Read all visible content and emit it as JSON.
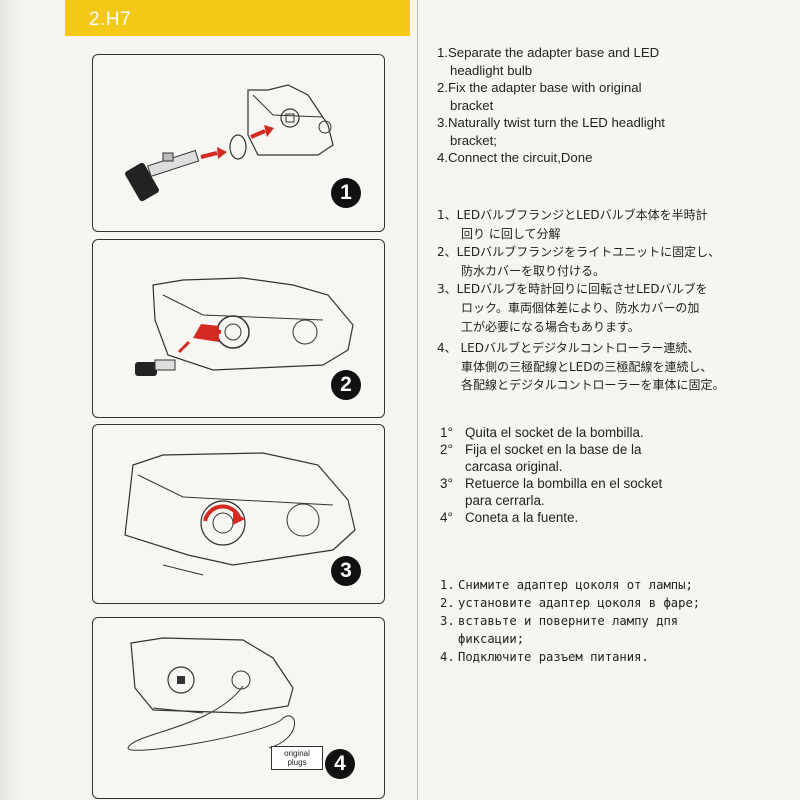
{
  "header": {
    "title": "2.H7"
  },
  "colors": {
    "accent": "#f3c817",
    "arrow": "#d42a22"
  },
  "steps_en": [
    {
      "num": "1.",
      "lines": [
        "Separate the adapter base and LED",
        "headlight bulb"
      ]
    },
    {
      "num": "2.",
      "lines": [
        "Fix the adapter base with original",
        "bracket"
      ]
    },
    {
      "num": "3.",
      "lines": [
        "Naturally twist turn the LED headlight",
        "bracket;"
      ]
    },
    {
      "num": "4.",
      "lines": [
        "Connect the circuit,Done"
      ]
    }
  ],
  "steps_jp": [
    {
      "num": "1、",
      "lines": [
        "LEDバルブフランジとLEDバルブ本体を半時計",
        "回り に回して分解"
      ]
    },
    {
      "num": "2、",
      "lines": [
        "LEDバルブフランジをライトユニットに固定し、",
        "防水カバーを取り付ける。"
      ]
    },
    {
      "num": "3、",
      "lines": [
        "LEDバルブを時計回りに回転させLEDバルブを",
        "ロック。車両個体差により、防水カバーの加",
        "工が必要になる場合もあります。"
      ]
    },
    {
      "num": "4、",
      "lines": [
        " LEDバルブとデジタルコントローラー連続、",
        "車体側の三極配線とLEDの三極配線を連続し、",
        "各配線とデジタルコントローラーを車体に固定。"
      ]
    }
  ],
  "steps_es": [
    {
      "num": "1°",
      "lines": [
        "Quita el socket de la bombilla."
      ]
    },
    {
      "num": "2°",
      "lines": [
        "Fija el socket en la base de la",
        " carcasa original."
      ]
    },
    {
      "num": "3°",
      "lines": [
        "Retuerce la bombilla en el socket",
        " para cerrarla."
      ]
    },
    {
      "num": "4°",
      "lines": [
        "Coneta a la fuente."
      ]
    }
  ],
  "steps_ru": [
    {
      "num": "1.",
      "lines": [
        "Снимите адаптер цоколя от лампы;"
      ]
    },
    {
      "num": "2.",
      "lines": [
        "установите адаптер цоколя в фаре;"
      ]
    },
    {
      "num": "3.",
      "lines": [
        "вставьте и поверните лампу дпя",
        "фиксации;"
      ]
    },
    {
      "num": "4.",
      "lines": [
        "Подключите разъем питания."
      ]
    }
  ],
  "panels": [
    {
      "badge": "1"
    },
    {
      "badge": "2"
    },
    {
      "badge": "3"
    },
    {
      "badge": "4",
      "plug_label": [
        "original",
        "plugs"
      ]
    }
  ]
}
